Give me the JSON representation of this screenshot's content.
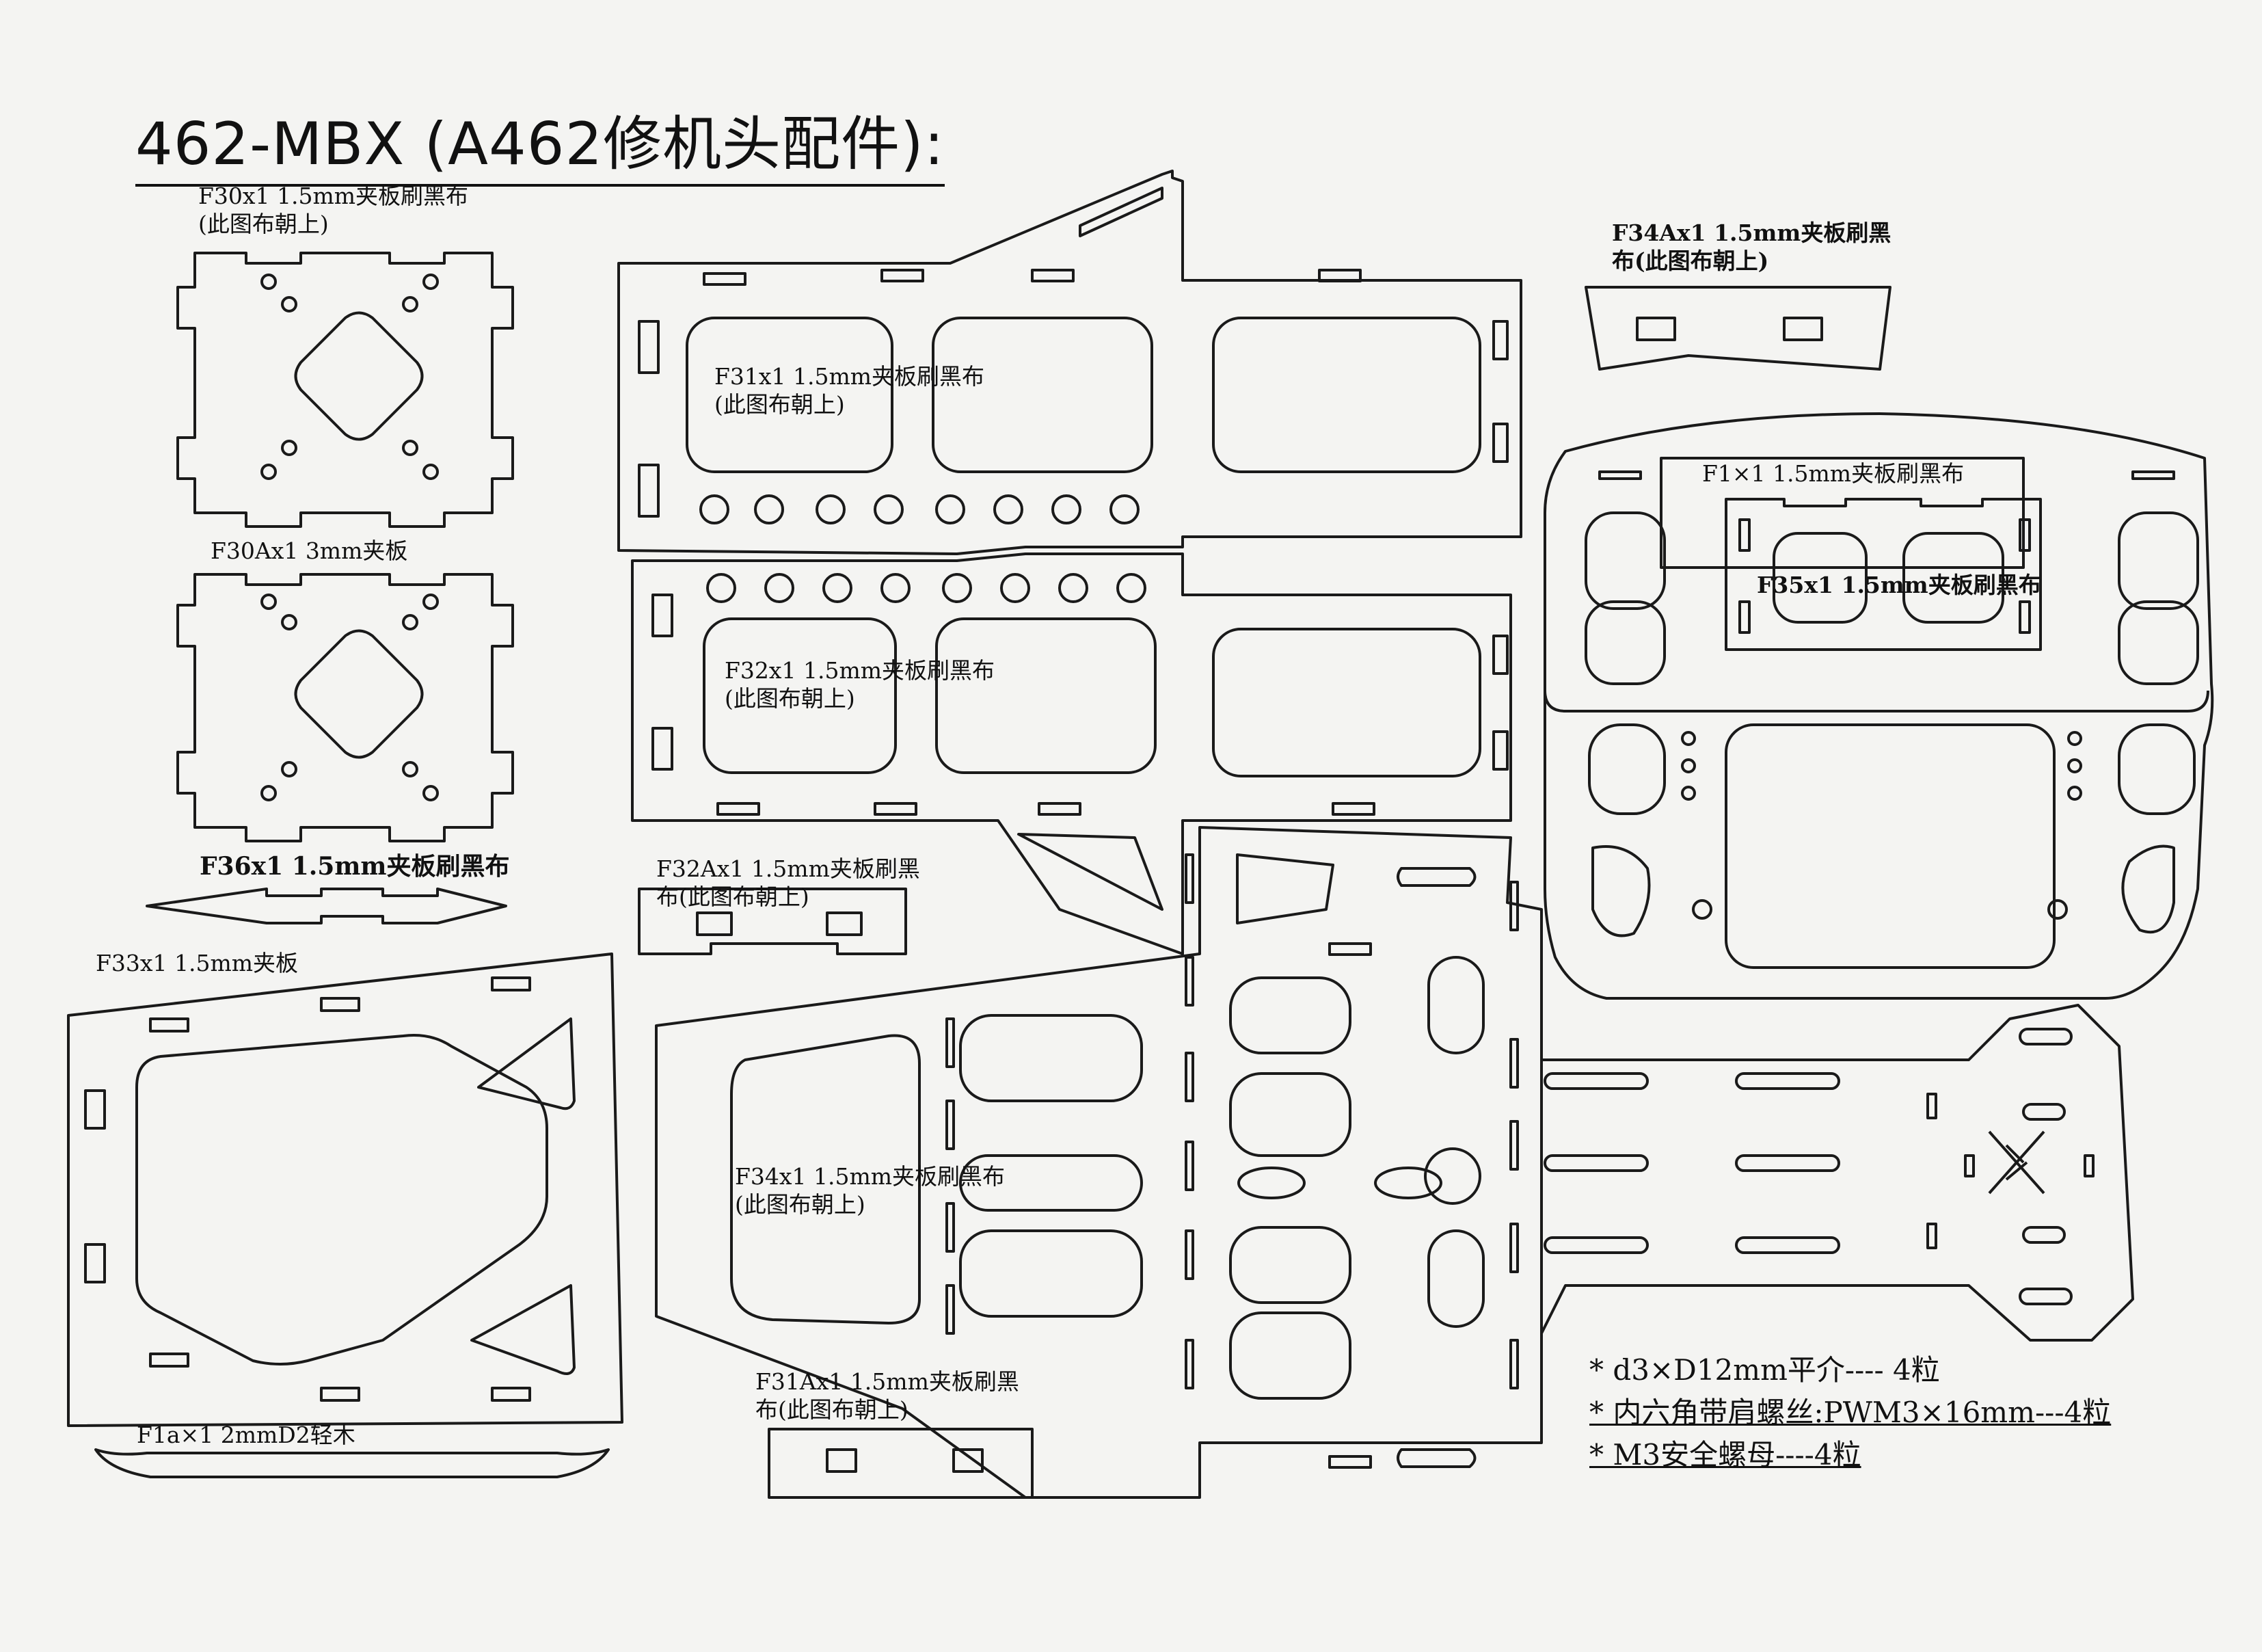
{
  "title": "462-MBX (A462修机头配件):",
  "parts": {
    "f30": {
      "line1": "F30x1  1.5mm夹板刷黑布",
      "line2": "(此图布朝上)"
    },
    "f30a": {
      "line1": "F30Ax1  3mm夹板"
    },
    "f36": {
      "line1": "F36x1  1.5mm夹板刷黑布"
    },
    "f33": {
      "line1": "F33x1  1.5mm夹板"
    },
    "f1a": {
      "line1": "F1a×1  2mmD2轻木"
    },
    "f31": {
      "line1": "F31x1  1.5mm夹板刷黑布",
      "line2": "(此图布朝上)"
    },
    "f32": {
      "line1": "F32x1  1.5mm夹板刷黑布",
      "line2": "(此图布朝上)"
    },
    "f32a": {
      "line1": "F32Ax1  1.5mm夹板刷黑",
      "line2": "布(此图布朝上)"
    },
    "f34": {
      "line1": "F34x1  1.5mm夹板刷黑布",
      "line2": "(此图布朝上)"
    },
    "f31a": {
      "line1": "F31Ax1  1.5mm夹板刷黑",
      "line2": "布(此图布朝上)"
    },
    "f34a": {
      "line1": "F34Ax1  1.5mm夹板刷黑",
      "line2": "布(此图布朝上)"
    },
    "f1": {
      "line1": "F1×1  1.5mm夹板刷黑布"
    },
    "f35": {
      "line1": "F35x1  1.5mm夹板刷黑布"
    }
  },
  "hardware": [
    "* d3×D12mm平介---- 4粒",
    "* 内六角带肩螺丝:PWM3×16mm---4粒",
    "* M3安全螺母----4粒"
  ]
}
